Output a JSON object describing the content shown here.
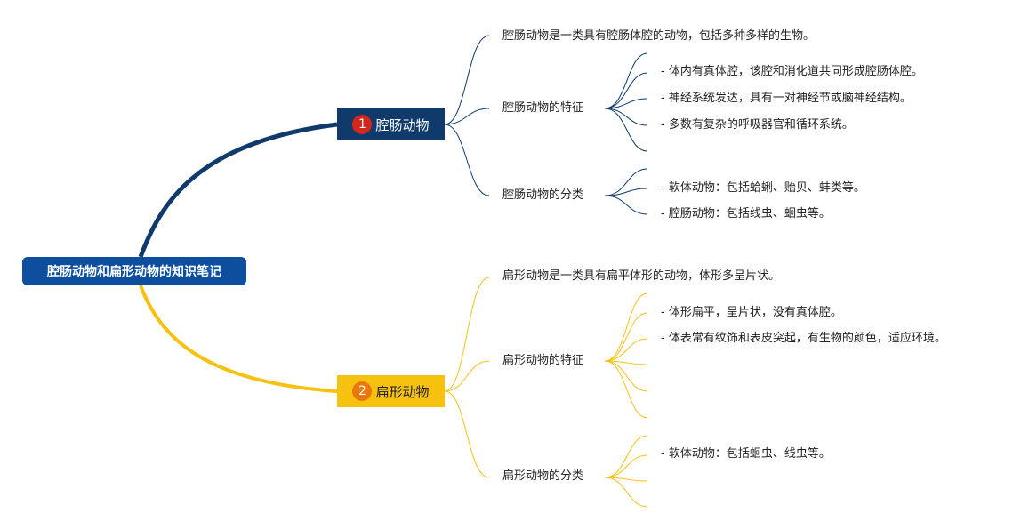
{
  "root": {
    "label": "腔肠动物和扁形动物的知识笔记"
  },
  "branches": [
    {
      "number": "1",
      "label": "腔肠动物",
      "color": "#0f3a6b",
      "intro": "腔肠动物是一类具有腔肠体腔的动物，包括多种多样的生物。",
      "features": {
        "label": "腔肠动物的特征",
        "items": [
          "- 体内有真体腔，该腔和消化道共同形成腔肠体腔。",
          "- 神经系统发达，具有一对神经节或脑神经结构。",
          "- 多数有复杂的呼吸器官和循环系统。"
        ]
      },
      "classification": {
        "label": "腔肠动物的分类",
        "items": [
          "- 软体动物：包括蛤蜊、贻贝、蚌类等。",
          "- 腔肠动物：包括线虫、蛔虫等。"
        ]
      }
    },
    {
      "number": "2",
      "label": "扁形动物",
      "color": "#f7c110",
      "intro": "扁形动物是一类具有扁平体形的动物，体形多呈片状。",
      "features": {
        "label": "扁形动物的特征",
        "items": [
          "- 体形扁平，呈片状，没有真体腔。",
          "- 体表常有纹饰和表皮突起，有生物的颜色，适应环境。"
        ]
      },
      "classification": {
        "label": "扁形动物的分类",
        "items": [
          "- 软体动物：包括蛔虫、线虫等。"
        ]
      }
    }
  ]
}
